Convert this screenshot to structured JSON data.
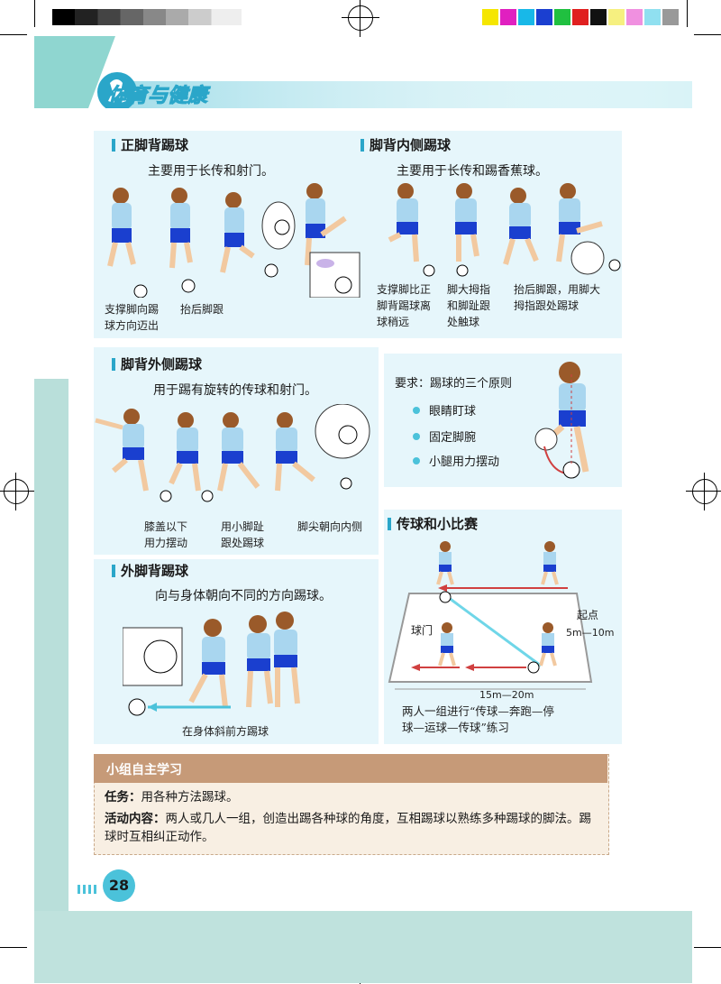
{
  "colors": {
    "accent": "#2aa6c9",
    "panel": "#e6f6fb",
    "band": "#b9dfda",
    "group_header": "#c69a78",
    "shirt": "#a9d6ef",
    "shorts": "#1a3fcf"
  },
  "header": {
    "title": "体育与健康"
  },
  "sections": {
    "instep": {
      "title": "正脚背踢球",
      "desc": "主要用于长传和射门。",
      "captions": [
        "支撑脚向踢\n球方向迈出",
        "抬后脚跟"
      ]
    },
    "inner_instep": {
      "title": "脚背内侧踢球",
      "desc": "主要用于长传和踢香蕉球。",
      "captions": [
        "支撑脚比正\n脚背踢球离\n球稍远",
        "脚大拇指\n和脚趾跟\n处触球",
        "抬后脚跟，用脚大\n拇指跟处踢球"
      ]
    },
    "outer_instep": {
      "title": "脚背外侧踢球",
      "desc": "用于踢有旋转的传球和射门。",
      "captions": [
        "膝盖以下\n用力摆动",
        "用小脚趾\n跟处踢球",
        "脚尖朝向内侧"
      ]
    },
    "requirements": {
      "heading": "要求：踢球的三个原则",
      "items": [
        "眼睛盯球",
        "固定脚腕",
        "小腿用力摆动"
      ]
    },
    "outside": {
      "title": "外脚背踢球",
      "desc": "向与身体朝向不同的方向踢球。",
      "caption": "在身体斜前方踢球"
    },
    "passing": {
      "title": "传球和小比赛",
      "labels": {
        "goal": "球门",
        "start": "起点",
        "width": "5m—10m",
        "length": "15m—20m"
      },
      "caption": "两人一组进行“传球—奔跑—停\n球—运球—传球”练习"
    }
  },
  "group_study": {
    "header": "小组自主学习",
    "task_label": "任务：",
    "task": "用各种方法踢球。",
    "content_label": "活动内容：",
    "content": "两人或几人一组，创造出踢各种球的角度，互相踢球以熟练多种踢球的脚法。踢球时互相纠正动作。"
  },
  "page_number": "28"
}
